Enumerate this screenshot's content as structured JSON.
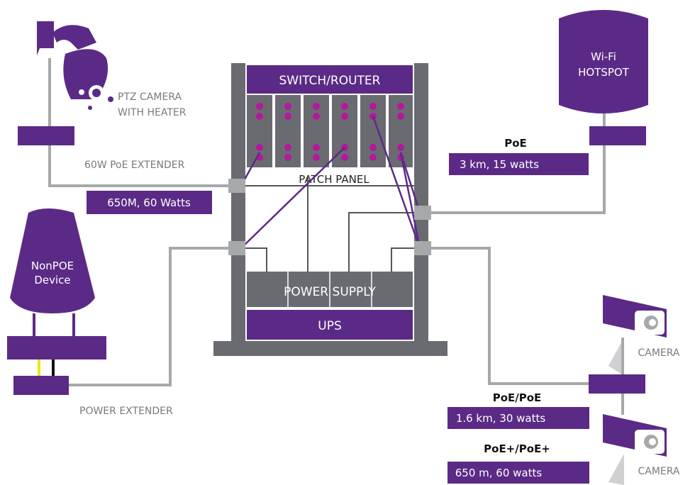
{
  "rack": {
    "switch_router": "SWITCH/ROUTER",
    "patch_panel": "PATCH PANEL",
    "power_supply": "POWER SUPPLY",
    "ups": "UPS"
  },
  "ptz_camera": {
    "label_line1": "PTZ CAMERA",
    "label_line2": "WITH HEATER",
    "extender_label": "60W PoE EXTENDER",
    "spec": "650M, 60 Watts"
  },
  "nonpoe_device": {
    "label_line1": "NonPOE",
    "label_line2": "Device",
    "extender_label": "POWER EXTENDER"
  },
  "wifi_hotspot": {
    "label_line1": "Wi-Fi",
    "label_line2": "HOTSPOT",
    "link_title": "PoE",
    "link_spec": "3 km, 15 watts"
  },
  "cameras": {
    "camera1_label": "CAMERA",
    "camera2_label": "CAMERA",
    "link1_title": "PoE/PoE",
    "link1_spec": "1.6 km, 30 watts",
    "link2_title": "PoE+/PoE+",
    "link2_spec": "650 m, 60 watts"
  },
  "colors": {
    "purple": "#5b2a86",
    "magenta_port": "#b5179e",
    "rack_grey": "#6a6b70",
    "cable_grey": "#a7a8aa",
    "text_grey": "#7a7a7a"
  }
}
